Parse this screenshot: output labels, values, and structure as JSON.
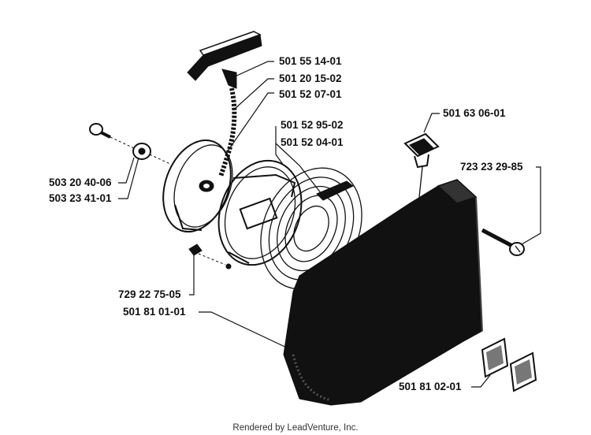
{
  "diagram": {
    "part_numbers": {
      "handle": "501 55 14-01",
      "rope": "501 20 15-02",
      "pulley": "501 52 07-01",
      "spring_a": "501 52 95-02",
      "spring_b": "501 52 04-01",
      "screw_top": "501 63 06-01",
      "bolt_right": "723 23 29-85",
      "screw_left": "503 20 40-06",
      "washer_left": "503 23 41-01",
      "nut_small": "729 22 75-05",
      "housing": "501 81 01-01",
      "grilles": "501 81 02-01"
    },
    "footer": "Rendered by LeadVenture, Inc."
  },
  "colors": {
    "ink": "#111111",
    "background": "#ffffff",
    "footer_text": "#333333"
  }
}
